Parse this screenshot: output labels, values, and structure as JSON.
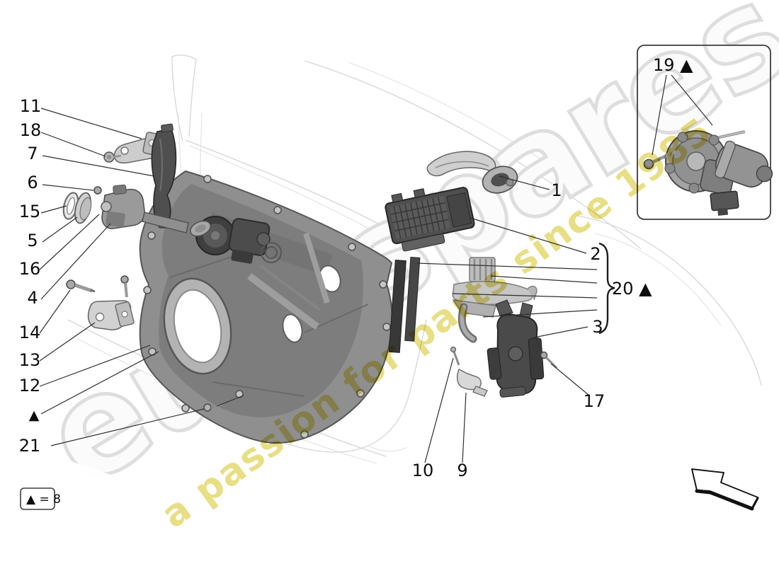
{
  "watermark": {
    "brand_text": "eurospares",
    "tagline_text": "a passion for parts since 1985",
    "brand_color": "#e7e7e7",
    "tagline_color": "#e4d96e"
  },
  "callouts": {
    "c1": "1",
    "c2": "2",
    "c3": "3",
    "c4": "4",
    "c5": "5",
    "c6": "6",
    "c7": "7",
    "c9": "9",
    "c10": "10",
    "c11": "11",
    "c12": "12",
    "c13": "13",
    "c14": "14",
    "c15": "15",
    "c16": "16",
    "c17": "17",
    "c18": "18",
    "c19": "19 ▲",
    "c20": "20 ▲",
    "c21": "21",
    "triangle": "▲"
  },
  "legend": {
    "note": "▲ = 8"
  },
  "colors": {
    "leader_line": "#2f2f2f",
    "part_dark": "#4a4a4a",
    "part_mid": "#8f8f8f",
    "part_light": "#cfcfcf",
    "background_outline": "#d6d6d6"
  }
}
